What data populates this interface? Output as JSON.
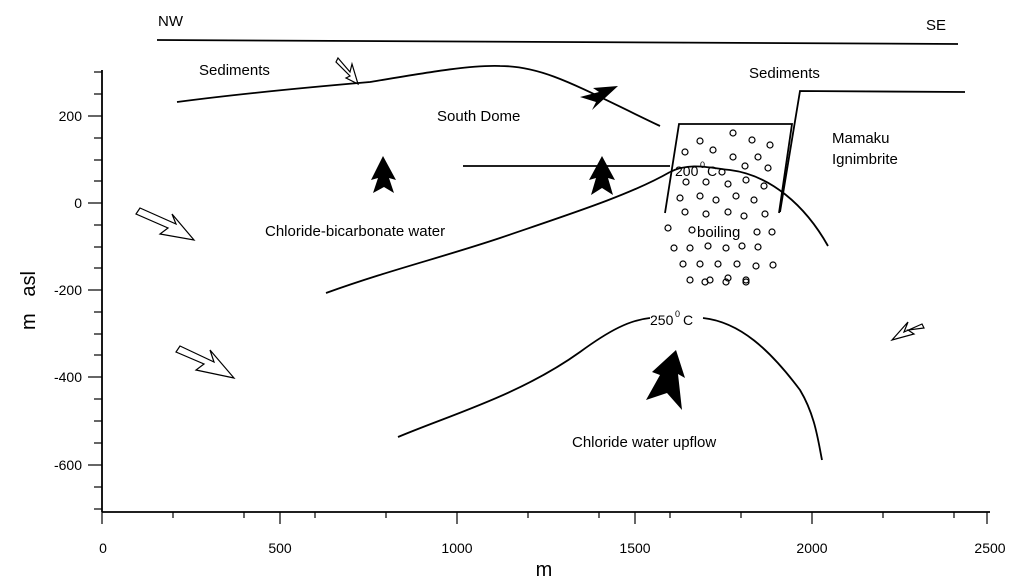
{
  "labels": {
    "nw": "NW",
    "se": "SE",
    "sediments_left": "Sediments",
    "sediments_right": "Sediments",
    "south_dome": "South Dome",
    "mamaku_1": "Mamaku",
    "mamaku_2": "Ignimbrite",
    "chloride_bicarbonate": "Chloride-bicarbonate water",
    "boiling": "boiling",
    "chloride_upflow": "Chloride water upflow",
    "isotherm_200_num": "200",
    "isotherm_250_num": "250",
    "isotherm_deg": "0",
    "isotherm_unit": "C"
  },
  "axes": {
    "x_title": "m",
    "y_title": "m   asl",
    "x_ticks": [
      "0",
      "500",
      "1000",
      "1500",
      "2000",
      "2500"
    ],
    "y_ticks": [
      "200",
      "0",
      "-200",
      "-400",
      "-600"
    ]
  }
}
